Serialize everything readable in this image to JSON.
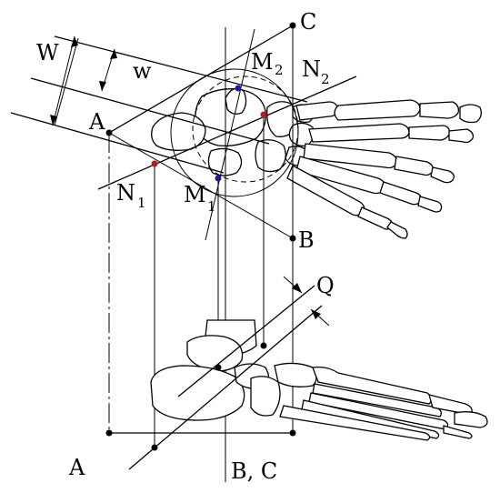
{
  "labels": {
    "W": "W",
    "w": "w",
    "A_top": "A",
    "B_top": "B",
    "C_top": "C",
    "M1": "M",
    "M1_sub": "1",
    "M2": "M",
    "M2_sub": "2",
    "N1": "N",
    "N1_sub": "1",
    "N2": "N",
    "N2_sub": "2",
    "Q": "Q",
    "A_bottom": "A",
    "BC_bottom": "B, C"
  },
  "colors": {
    "line": "#000000",
    "marker_blue": "#1a1aa6",
    "marker_red": "#b01e1e",
    "marker_black": "#000000"
  }
}
